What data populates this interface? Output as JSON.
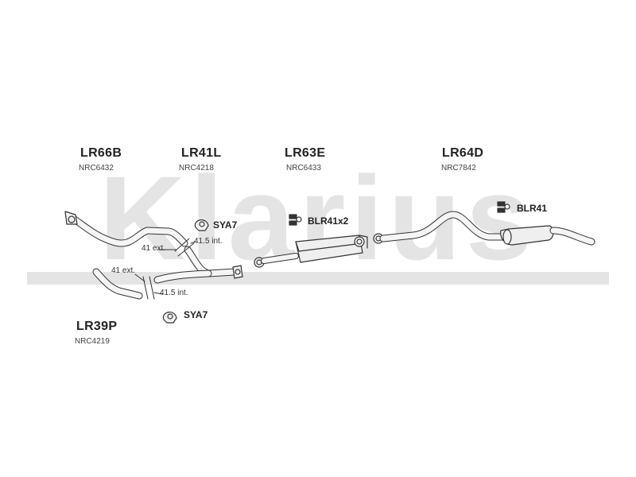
{
  "watermark": {
    "brand": "Klarius",
    "color": "#e3e3e3"
  },
  "sections": [
    {
      "code": "LR66B",
      "ref": "NRC6432"
    },
    {
      "code": "LR41L",
      "ref": "NRC4218"
    },
    {
      "code": "LR63E",
      "ref": "NRC6433"
    },
    {
      "code": "LR64D",
      "ref": "NRC7842"
    },
    {
      "code": "LR39P",
      "ref": "NRC4219"
    }
  ],
  "fittings": [
    {
      "label": "SYA7",
      "icon": "clamp-icon"
    },
    {
      "label": "BLR41x2",
      "icon": "rubber-mount-icon"
    },
    {
      "label": "BLR41",
      "icon": "rubber-mount-icon"
    },
    {
      "label": "SYA7",
      "icon": "clamp-icon"
    }
  ],
  "dimensions": {
    "upper_ext": "41 ext.",
    "upper_int": "41.5 int.",
    "lower_ext": "41 ext.",
    "lower_int": "41.5 int."
  },
  "colors": {
    "line": "#333333",
    "fill": "#f2f2f2",
    "text": "#222222"
  }
}
